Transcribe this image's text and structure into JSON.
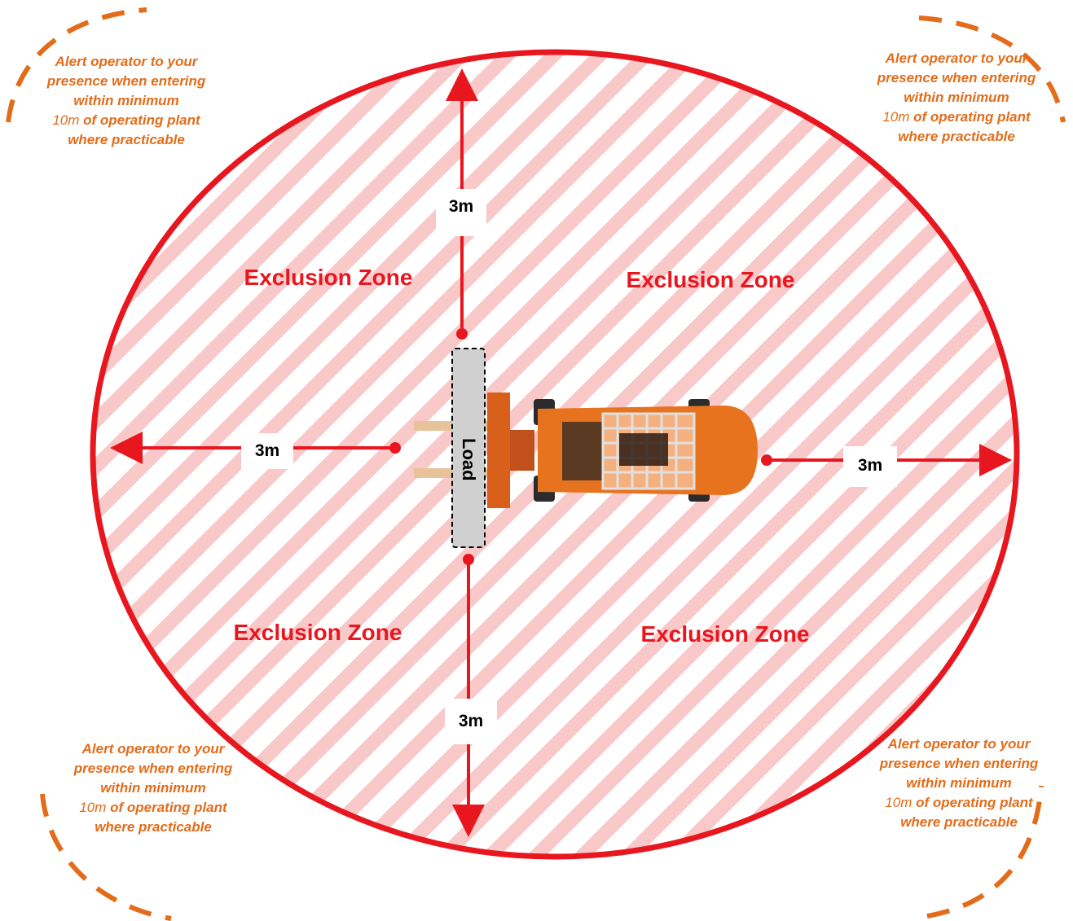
{
  "zones": {
    "top_left": "Exclusion Zone",
    "top_right": "Exclusion Zone",
    "bottom_left": "Exclusion Zone",
    "bottom_right": "Exclusion Zone"
  },
  "distances": {
    "top": "3m",
    "left": "3m",
    "right": "3m",
    "bottom": "3m"
  },
  "load_label": "Load",
  "alert": {
    "top_left": {
      "line1": "Alert operator to your presence when entering within minimum",
      "distance": "10m",
      "line2": "of operating plant where practicable"
    },
    "top_right": {
      "line1": "Alert operator to your presence when entering within minimum",
      "distance": "10m",
      "line2": "of operating plant where practicable"
    },
    "bottom_left": {
      "line1": "Alert operator to your presence when entering within minimum",
      "distance": "10m",
      "line2": "of operating plant where practicable"
    },
    "bottom_right": {
      "line1": "Alert operator to your presence when entering within minimum",
      "distance": "10m",
      "line2": "of operating plant where practicable"
    }
  },
  "colors": {
    "zone_red": "#e8161e",
    "stripe_pink": "#f9c8c8",
    "alert_orange": "#e36c1a",
    "forklift_orange": "#d9601a",
    "load_grey": "#d0d0d0"
  }
}
